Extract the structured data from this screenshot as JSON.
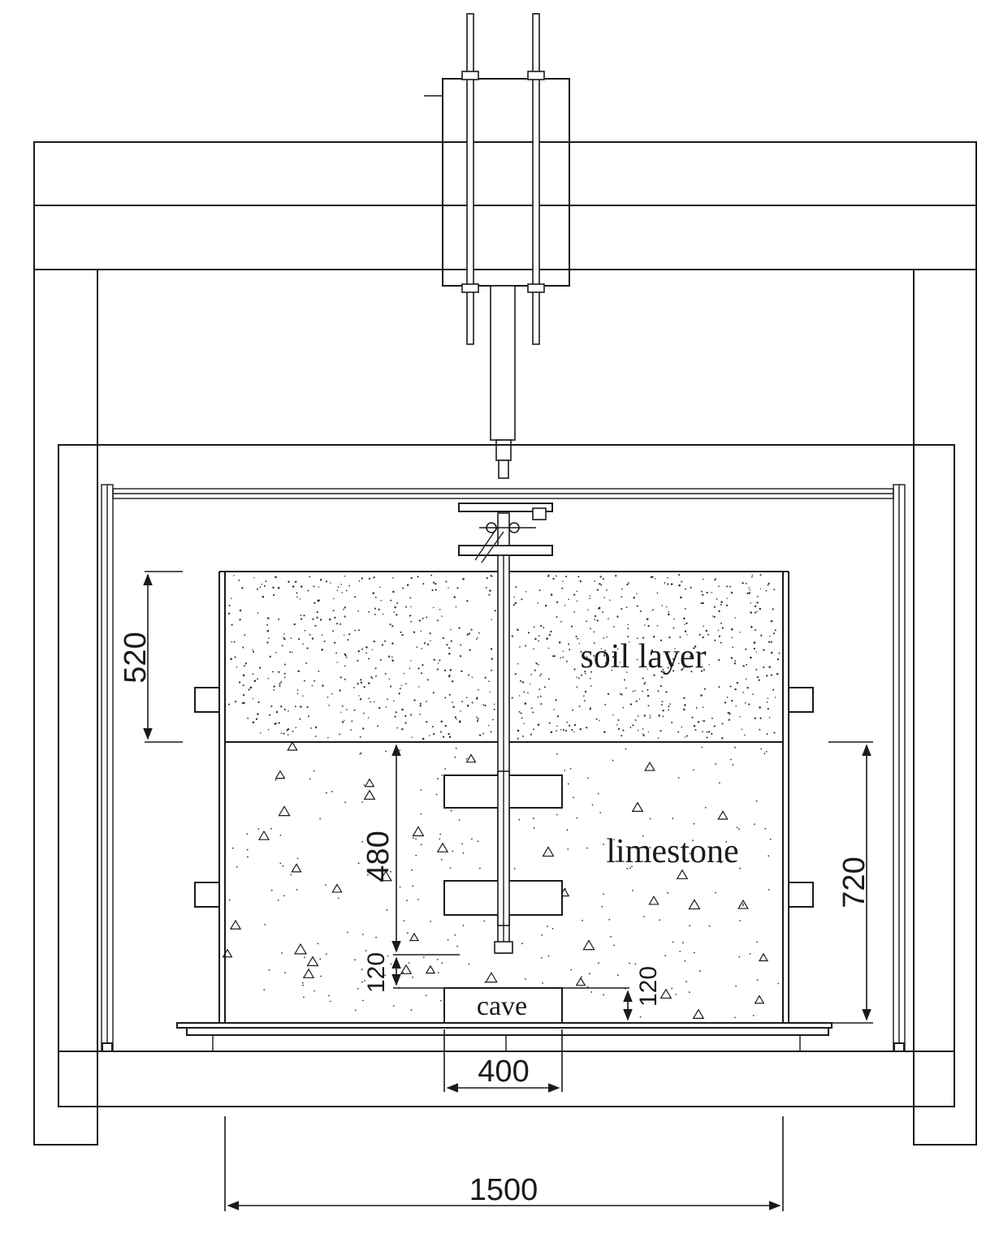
{
  "labels": {
    "soil_layer": "soil layer",
    "limestone": "limestone",
    "cave": "cave"
  },
  "dimensions": {
    "soil_thickness": "520",
    "limestone_thickness": "720",
    "pile_to_cave_top": "480",
    "pile_tip_gap": "120",
    "cave_height": "120",
    "cave_width": "400",
    "box_width": "1500"
  }
}
